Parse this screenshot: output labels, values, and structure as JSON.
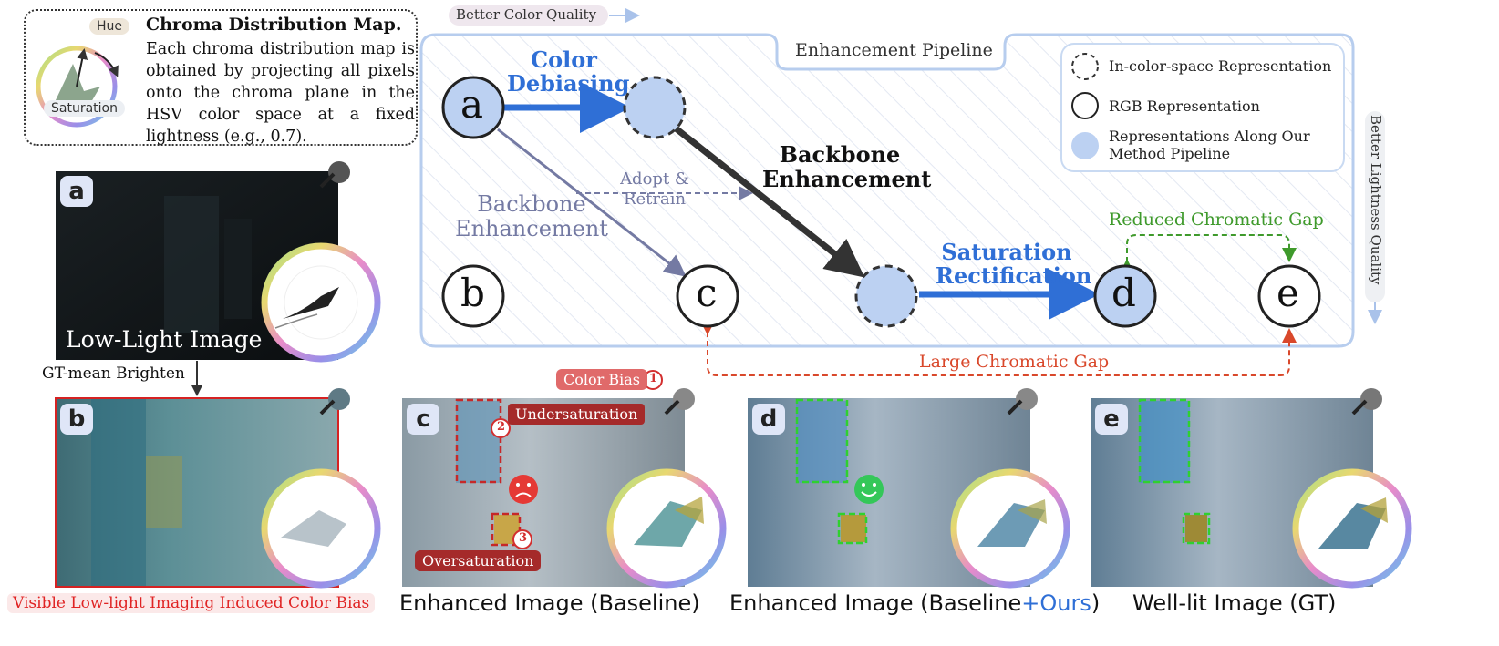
{
  "chroma_legend": {
    "title": "Chroma Distribution Map.",
    "body": "Each chroma distribution map is obtained by projecting all pixels onto the chroma plane in the HSV color space at a fixed lightness (e.g., 0.7).",
    "hue_label": "Hue",
    "saturation_label": "Saturation"
  },
  "top_arrows": {
    "color_quality": "Better Color Quality",
    "lightness_quality": "Better Lightness Quality"
  },
  "pipeline": {
    "title": "Enhancement Pipeline",
    "legend": {
      "in_color_space": "In-color-space Representation",
      "rgb": "RGB Representation",
      "ours": "Representations Along Our Method Pipeline"
    },
    "nodes": {
      "a": "a",
      "b": "b",
      "c": "c",
      "d": "d",
      "e": "e"
    },
    "color_debiasing": "Color Debiasing",
    "backbone_enhancement_main": "Backbone Enhancement",
    "backbone_enhancement_side": "Backbone Enhancement",
    "adopt_retrain": "Adopt & Retrain",
    "saturation_rectification": "Saturation Rectification",
    "reduced_gap": "Reduced Chromatic Gap",
    "large_gap": "Large Chromatic Gap"
  },
  "panels": {
    "a": {
      "badge": "a",
      "overlay": "Low-Light Image"
    },
    "b": {
      "badge": "b",
      "caption": "Visible Low-light Imaging Induced Color Bias"
    },
    "c": {
      "badge": "c",
      "caption": "Enhanced Image (Baseline)"
    },
    "d": {
      "badge": "d",
      "caption_main": "Enhanced Image (Baseline",
      "caption_ours": "+Ours",
      "caption_end": ")"
    },
    "e": {
      "badge": "e",
      "caption": "Well-lit Image (GT)"
    }
  },
  "gt_brighten": "GT-mean Brighten",
  "annotations": {
    "color_bias": "Color Bias",
    "n1": "1",
    "n2": "2",
    "n3": "3",
    "undersaturation": "Undersaturation",
    "oversaturation": "Oversaturation"
  },
  "colors": {
    "blue_node": "#bcd1f2",
    "blue_arrow": "#2f6fd6",
    "green": "#3f9a2c",
    "red": "#d9482b",
    "dark_red_tag": "#a52a2a"
  }
}
